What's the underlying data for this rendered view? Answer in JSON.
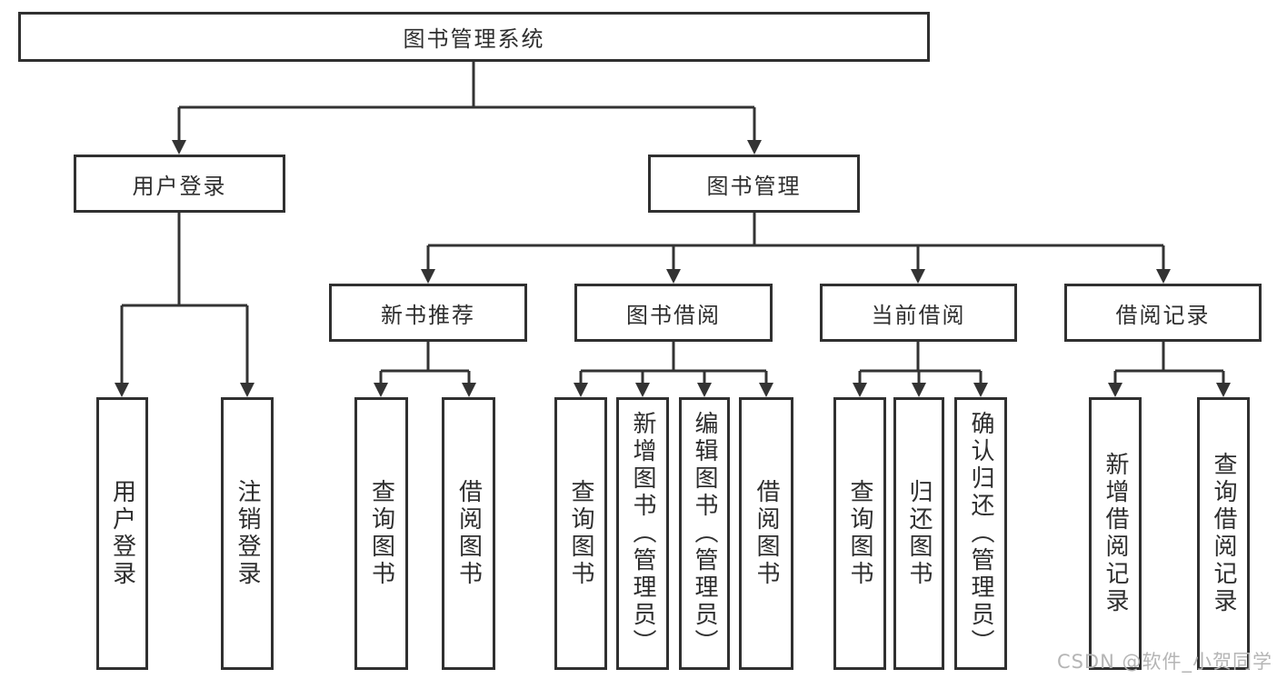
{
  "diagram": {
    "title": "图书管理系统",
    "root": {
      "label": "图书管理系统"
    },
    "level2": [
      {
        "label": "用户登录"
      },
      {
        "label": "图书管理"
      }
    ],
    "level3": [
      {
        "label": "新书推荐",
        "parent": "图书管理"
      },
      {
        "label": "图书借阅",
        "parent": "图书管理"
      },
      {
        "label": "当前借阅",
        "parent": "图书管理"
      },
      {
        "label": "借阅记录",
        "parent": "图书管理"
      }
    ],
    "leaves": [
      {
        "label": "用户登录",
        "parent": "用户登录"
      },
      {
        "label": "注销登录",
        "parent": "用户登录"
      },
      {
        "label": "查询图书",
        "parent": "新书推荐"
      },
      {
        "label": "借阅图书",
        "parent": "新书推荐"
      },
      {
        "label": "查询图书",
        "parent": "图书借阅"
      },
      {
        "label": "新增图书（管理员）",
        "parent": "图书借阅"
      },
      {
        "label": "编辑图书（管理员）",
        "parent": "图书借阅"
      },
      {
        "label": "借阅图书",
        "parent": "图书借阅"
      },
      {
        "label": "查询图书",
        "parent": "当前借阅"
      },
      {
        "label": "归还图书",
        "parent": "当前借阅"
      },
      {
        "label": "确认归还（管理员）",
        "parent": "当前借阅"
      },
      {
        "label": "新增借阅记录",
        "parent": "借阅记录"
      },
      {
        "label": "查询借阅记录",
        "parent": "借阅记录"
      }
    ]
  },
  "watermark": {
    "text": "CSDN @软件_小贺同学"
  },
  "colors": {
    "line": "#333333",
    "box_border": "#303030",
    "text": "#2e2e2e",
    "background": "#ffffff",
    "watermark": "#b5b5b5"
  }
}
